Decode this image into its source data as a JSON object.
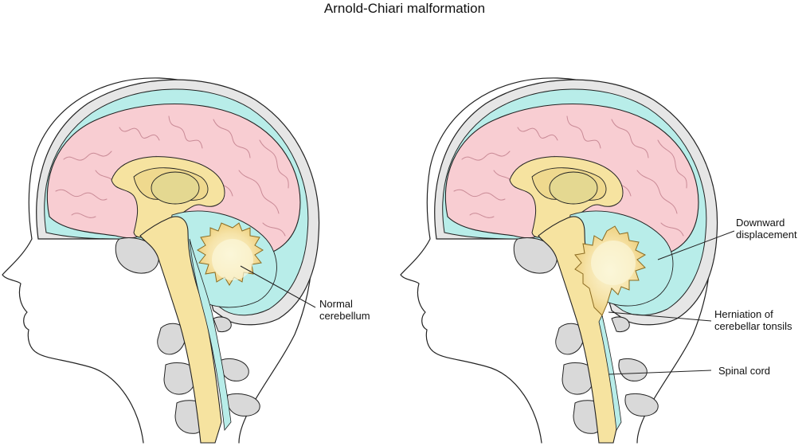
{
  "title": "Arnold-Chiari malformation",
  "left_panel": {
    "callouts": {
      "normal_cerebellum": [
        "Normal",
        "cerebellum"
      ]
    }
  },
  "right_panel": {
    "callouts": {
      "downward_displacement": [
        "Downward",
        "displacement"
      ],
      "herniation": [
        "Herniation of",
        "cerebellar tonsils"
      ],
      "spinal_cord": "Spinal cord"
    }
  },
  "colors": {
    "cerebrum": "#f8cdd2",
    "csf": "#b8ede9",
    "brainstem": "#f6e3a0",
    "cerebellum": "#f8e9b8",
    "bone": "#d9d9d9",
    "skin": "#ffffff",
    "skull": "#e6e6e6"
  }
}
